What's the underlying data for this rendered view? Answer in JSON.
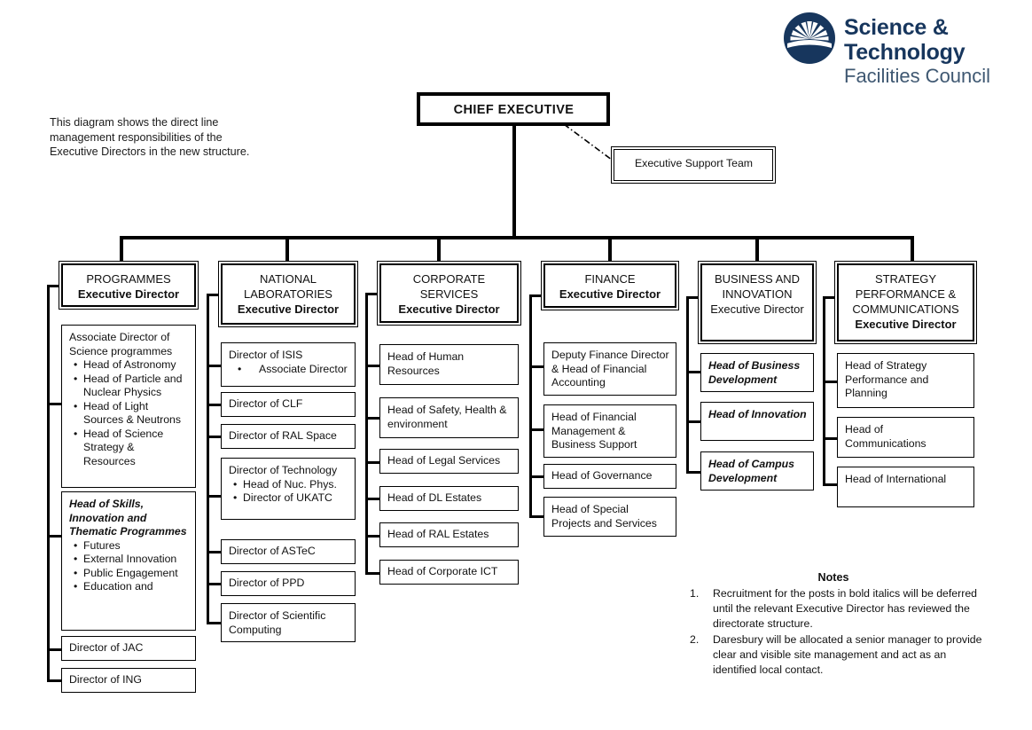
{
  "logo": {
    "line1": "Science & Technology",
    "line2": "Facilities Council",
    "mark": "sunburst-icon",
    "color": "#17365d"
  },
  "intro_note": "This diagram shows the direct line management responsibilities of the Executive Directors in the new structure.",
  "root": {
    "title": "CHIEF EXECUTIVE"
  },
  "support": {
    "title": "Executive Support Team"
  },
  "departments": [
    {
      "id": "programmes",
      "name": "PROGRAMMES",
      "role": "Executive Director",
      "children": [
        {
          "lead": "Associate Director of Science programmes",
          "bold_italic": false,
          "bullets": [
            "Head of Astronomy",
            "Head of Particle and Nuclear Physics",
            "Head of Light Sources & Neutrons",
            "Head of Science Strategy & Resources"
          ]
        },
        {
          "lead": "Head of Skills, Innovation and Thematic Programmes",
          "bold_italic": true,
          "bullets": [
            "Futures",
            "External Innovation",
            "Public Engagement",
            "Education and"
          ]
        },
        {
          "lead": "Director of JAC",
          "bold_italic": false,
          "bullets": []
        },
        {
          "lead": "Director of ING",
          "bold_italic": false,
          "bullets": []
        }
      ]
    },
    {
      "id": "national-laboratories",
      "name": "NATIONAL LABORATORIES",
      "role": "Executive Director",
      "children": [
        {
          "lead": "Director of ISIS",
          "bold_italic": false,
          "bullets": [
            "Associate Director"
          ]
        },
        {
          "lead": "Director of CLF",
          "bold_italic": false,
          "bullets": []
        },
        {
          "lead": "Director of RAL Space",
          "bold_italic": false,
          "bullets": []
        },
        {
          "lead": "Director of Technology",
          "bold_italic": false,
          "bullets": [
            "Head of Nuc. Phys.",
            "Director of UKATC"
          ]
        },
        {
          "lead": "Director of ASTeC",
          "bold_italic": false,
          "bullets": []
        },
        {
          "lead": "Director of PPD",
          "bold_italic": false,
          "bullets": []
        },
        {
          "lead": "Director of Scientific Computing",
          "bold_italic": false,
          "bullets": []
        }
      ]
    },
    {
      "id": "corporate-services",
      "name": "CORPORATE SERVICES",
      "role": "Executive Director",
      "children": [
        {
          "lead": "Head of Human Resources",
          "bold_italic": false,
          "bullets": []
        },
        {
          "lead": "Head of Safety, Health & environment",
          "bold_italic": false,
          "bullets": []
        },
        {
          "lead": "Head of Legal Services",
          "bold_italic": false,
          "bullets": []
        },
        {
          "lead": "Head of DL Estates",
          "bold_italic": false,
          "bullets": []
        },
        {
          "lead": "Head of RAL Estates",
          "bold_italic": false,
          "bullets": []
        },
        {
          "lead": "Head of Corporate ICT",
          "bold_italic": false,
          "bullets": []
        }
      ]
    },
    {
      "id": "finance",
      "name": "FINANCE",
      "role": "Executive Director",
      "children": [
        {
          "lead": "Deputy Finance Director & Head of Financial Accounting",
          "bold_italic": false,
          "bullets": []
        },
        {
          "lead": "Head of Financial Management & Business Support",
          "bold_italic": false,
          "bullets": []
        },
        {
          "lead": "Head of Governance",
          "bold_italic": false,
          "bullets": []
        },
        {
          "lead": "Head of Special Projects and Services",
          "bold_italic": false,
          "bullets": []
        }
      ]
    },
    {
      "id": "business-and-innovation",
      "name": "BUSINESS AND INNOVATION",
      "role": "Executive Director",
      "children": [
        {
          "lead": "Head of Business Development",
          "bold_italic": true,
          "bullets": []
        },
        {
          "lead": "Head of Innovation",
          "bold_italic": true,
          "bullets": []
        },
        {
          "lead": "Head of Campus Development",
          "bold_italic": true,
          "bullets": []
        }
      ]
    },
    {
      "id": "strategy-performance-communications",
      "name": "STRATEGY PERFORMANCE & COMMUNICATIONS",
      "role": "Executive Director",
      "children": [
        {
          "lead": "Head of Strategy Performance and Planning",
          "bold_italic": false,
          "bullets": []
        },
        {
          "lead": "Head of Communications",
          "bold_italic": false,
          "bullets": []
        },
        {
          "lead": "Head of International",
          "bold_italic": false,
          "bullets": []
        }
      ]
    }
  ],
  "notes": {
    "title": "Notes",
    "items": [
      {
        "num": "1.",
        "text": "Recruitment for the posts in bold italics will be deferred until the relevant Executive Director has reviewed the directorate structure."
      },
      {
        "num": "2.",
        "text": "Daresbury will be allocated a senior manager to provide clear and visible site management and act as an identified local contact."
      }
    ]
  }
}
